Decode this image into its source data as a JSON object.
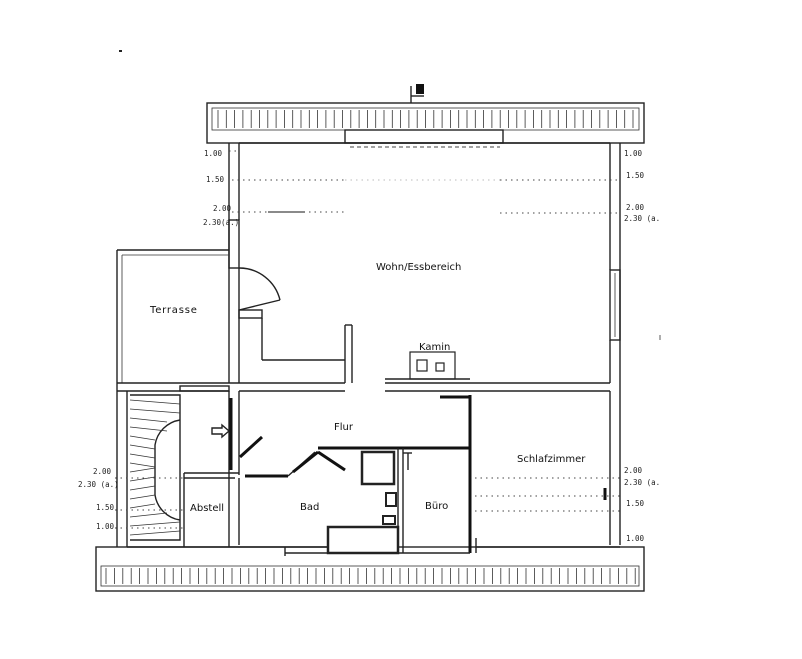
{
  "rooms": {
    "wohn": "Wohn/Essbereich",
    "terrasse": "Terrasse",
    "kamin": "Kamin",
    "flur": "Flur",
    "schlaf": "Schlafzimmer",
    "abstell": "Abstell",
    "bad": "Bad",
    "buero": "Büro"
  },
  "heights": {
    "left_top_100": "1.00",
    "left_top_150": "1.50",
    "left_top_200": "2.00",
    "left_top_230": "2.30(a.)",
    "right_top_100": "1.00",
    "right_top_150": "1.50",
    "right_top_200": "2.00",
    "right_top_230": "2.30 (a.",
    "left_bot_200": "2.00",
    "left_bot_230": "2.30 (a.)",
    "left_bot_150": "1.50",
    "left_bot_100": "1.00",
    "right_bot_200": "2.00",
    "right_bot_230": "2.30 (a.",
    "right_bot_150": "1.50",
    "right_bot_100": "1.00"
  }
}
